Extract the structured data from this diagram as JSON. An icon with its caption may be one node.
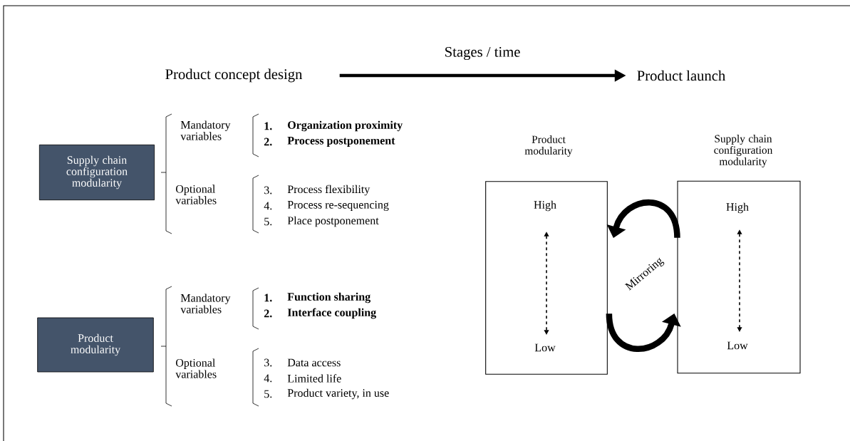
{
  "diagram": {
    "nodes": [
      {
        "text": [
          "Product concept design"
        ]
      },
      {
        "text": [
          "Product launch"
        ]
      },
      {
        "text": [
          "Supply chain configuration modularity"
        ]
      },
      {
        "text": [
          "Product modularity"
        ]
      },
      {
        "text": [
          "Product modularity",
          "High",
          "Low"
        ]
      },
      {
        "text": [
          "Supply chain configuration modularity",
          "High",
          "Low"
        ]
      }
    ],
    "edges": [
      {
        "from": 0,
        "to": 1,
        "arrow": "to",
        "label": "Stages / time"
      },
      {
        "from": 5,
        "to": 4,
        "arrow": "to"
      },
      {
        "from": 4,
        "to": 5,
        "arrow": "to"
      }
    ],
    "labels": [
      "Mandatory variables",
      "1.",
      "Organization proximity",
      "2.",
      "Process postponement",
      "Optional variables",
      "3.",
      "Process flexibility",
      "4.",
      "Process re-sequencing",
      "5.",
      "Place postponement",
      "Mandatory variables",
      "1.",
      "Function sharing",
      "2.",
      "Interface coupling",
      "Optional variables",
      "3.",
      "Data access",
      "4.",
      "Limited life",
      "5.",
      "Product variety, in use",
      "Mirroring"
    ]
  }
}
